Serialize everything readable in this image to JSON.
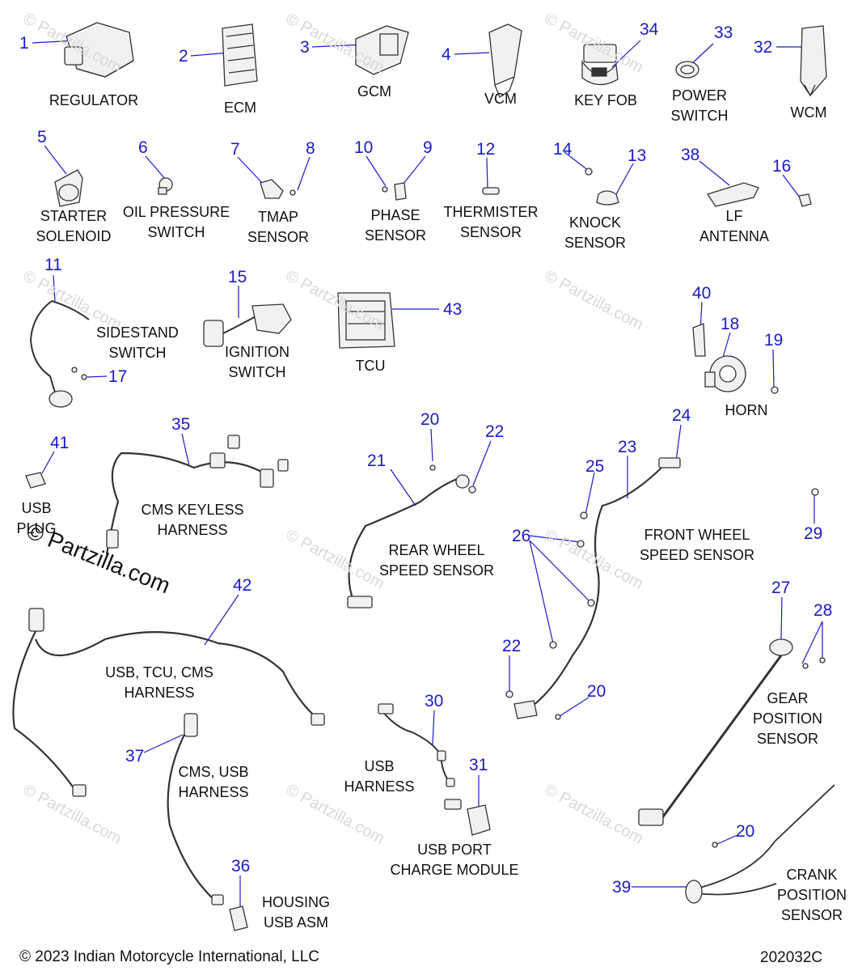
{
  "watermark": "© Partzilla.com",
  "site_mark": "© Partzilla.com",
  "footer": {
    "copyright": "© 2023 Indian Motorcycle International, LLC",
    "diagram_code": "202032C"
  },
  "labels": [
    {
      "id": "regulator",
      "lines": [
        "REGULATOR"
      ]
    },
    {
      "id": "ecm",
      "lines": [
        "ECM"
      ]
    },
    {
      "id": "gcm",
      "lines": [
        "GCM"
      ]
    },
    {
      "id": "vcm",
      "lines": [
        "VCM"
      ]
    },
    {
      "id": "key-fob",
      "lines": [
        "KEY FOB"
      ]
    },
    {
      "id": "power-switch",
      "lines": [
        "POWER",
        "SWITCH"
      ]
    },
    {
      "id": "wcm",
      "lines": [
        "WCM"
      ]
    },
    {
      "id": "starter-solenoid",
      "lines": [
        "STARTER",
        "SOLENOID"
      ]
    },
    {
      "id": "oil-pressure-switch",
      "lines": [
        "OIL PRESSURE",
        "SWITCH"
      ]
    },
    {
      "id": "tmap-sensor",
      "lines": [
        "TMAP",
        "SENSOR"
      ]
    },
    {
      "id": "phase-sensor",
      "lines": [
        "PHASE",
        "SENSOR"
      ]
    },
    {
      "id": "thermister-sensor",
      "lines": [
        "THERMISTER",
        "SENSOR"
      ]
    },
    {
      "id": "knock-sensor",
      "lines": [
        "KNOCK",
        "SENSOR"
      ]
    },
    {
      "id": "lf-antenna",
      "lines": [
        "LF",
        "ANTENNA"
      ]
    },
    {
      "id": "sidestand-switch",
      "lines": [
        "SIDESTAND",
        "SWITCH"
      ]
    },
    {
      "id": "ignition-switch",
      "lines": [
        "IGNITION",
        "SWITCH"
      ]
    },
    {
      "id": "tcu",
      "lines": [
        "TCU"
      ]
    },
    {
      "id": "horn",
      "lines": [
        "HORN"
      ]
    },
    {
      "id": "usb-plug",
      "lines": [
        "USB",
        "PLUG"
      ]
    },
    {
      "id": "cms-keyless-harness",
      "lines": [
        "CMS KEYLESS",
        "HARNESS"
      ]
    },
    {
      "id": "rear-wheel-speed-sensor",
      "lines": [
        "REAR WHEEL",
        "SPEED SENSOR"
      ]
    },
    {
      "id": "front-wheel-speed-sensor",
      "lines": [
        "FRONT WHEEL",
        "SPEED SENSOR"
      ]
    },
    {
      "id": "usb-tcu-cms-harness",
      "lines": [
        "USB, TCU, CMS",
        "HARNESS"
      ]
    },
    {
      "id": "cms-usb-harness",
      "lines": [
        "CMS, USB",
        "HARNESS"
      ]
    },
    {
      "id": "usb-harness",
      "lines": [
        "USB",
        "HARNESS"
      ]
    },
    {
      "id": "gear-position-sensor",
      "lines": [
        "GEAR",
        "POSITION",
        "SENSOR"
      ]
    },
    {
      "id": "usb-port-charge-module",
      "lines": [
        "USB PORT",
        "CHARGE MODULE"
      ]
    },
    {
      "id": "housing-usb-asm",
      "lines": [
        "HOUSING",
        "USB ASM"
      ]
    },
    {
      "id": "crank-position-sensor",
      "lines": [
        "CRANK",
        "POSITION",
        "SENSOR"
      ]
    }
  ],
  "callouts": [
    "1",
    "2",
    "3",
    "4",
    "34",
    "33",
    "32",
    "5",
    "6",
    "7",
    "8",
    "10",
    "9",
    "12",
    "14",
    "13",
    "38",
    "16",
    "11",
    "15",
    "43",
    "40",
    "18",
    "19",
    "17",
    "35",
    "41",
    "20",
    "22",
    "21",
    "24",
    "23",
    "25",
    "26",
    "29",
    "42",
    "27",
    "28",
    "22",
    "20",
    "30",
    "31",
    "37",
    "36",
    "20",
    "39"
  ],
  "colors": {
    "callout": "#1a1acc",
    "text": "#111111",
    "line": "#1a1acc",
    "part": "#333333",
    "watermark": "#d9d9d9"
  }
}
